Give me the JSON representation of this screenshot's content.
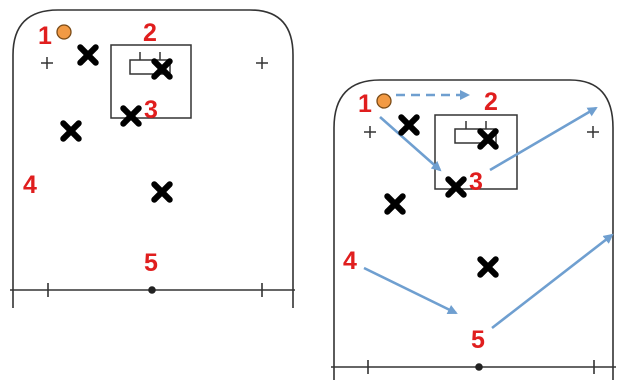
{
  "colors": {
    "line": "#333333",
    "label": "#e01e1e",
    "ball": "#f29a44",
    "ball_outline": "#7a4a16",
    "arrow": "#6f9fd0",
    "player": "#000000"
  },
  "left_diagram": {
    "labels": [
      "1",
      "2",
      "3",
      "4",
      "5"
    ],
    "player_marker": "x-mark-icon",
    "ball_marker": "ball-icon"
  },
  "right_diagram": {
    "labels": [
      "1",
      "2",
      "3",
      "4",
      "5"
    ],
    "player_marker": "x-mark-icon",
    "ball_marker": "ball-icon",
    "arrows": [
      {
        "from": "1",
        "to": "2",
        "style": "dashed",
        "meaning": "pass"
      },
      {
        "from": "1",
        "to": "3",
        "style": "solid",
        "meaning": "cut"
      },
      {
        "from": "3",
        "to": "right-wing",
        "style": "solid",
        "meaning": "cut"
      },
      {
        "from": "4",
        "to": "5",
        "style": "solid",
        "meaning": "cut"
      },
      {
        "from": "5",
        "to": "right-corner",
        "style": "solid",
        "meaning": "cut"
      }
    ]
  }
}
